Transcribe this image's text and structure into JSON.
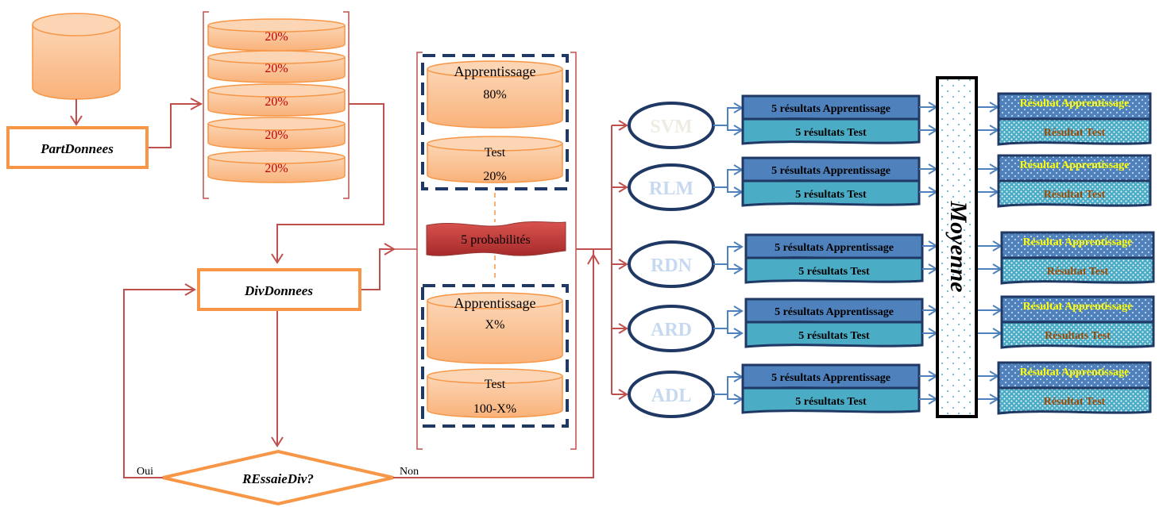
{
  "nodes": {
    "part_donnees": "PartDonnees",
    "div_donnees": "DivDonnees",
    "ressaie_div": "REssaieDiv?"
  },
  "folds": [
    "20%",
    "20%",
    "20%",
    "20%",
    "20%"
  ],
  "split_top": {
    "train_label": "Apprentissage",
    "train_pct": "80%",
    "test_label": "Test",
    "test_pct": "20%"
  },
  "split_bottom": {
    "train_label": "Apprentissage",
    "train_pct": "X%",
    "test_label": "Test",
    "test_pct": "100-X%"
  },
  "probabilities_label": "5 probabilités",
  "branches": {
    "yes": "Oui",
    "no": "Non"
  },
  "models": [
    {
      "name": "SVM",
      "train": "5 résultats Apprentissage",
      "test": "5 résultats Test",
      "out_train": "Résultat Apprentissage",
      "out_test": "Résultat Test"
    },
    {
      "name": "RLM",
      "train": "5 résultats Apprentissage",
      "test": "5 résultats Test",
      "out_train": "Résultat Apprentissage",
      "out_test": "Résultat Test"
    },
    {
      "name": "RDN",
      "train": "5 résultats Apprentissage",
      "test": "5 résultats Test",
      "out_train": "Résultat Apprentissage",
      "out_test": "Résultat Test"
    },
    {
      "name": "ARD",
      "train": "5 résultats Apprentissage",
      "test": "5 résultats Test",
      "out_train": "Résultat Apprentissage",
      "out_test": "Résultats Test"
    },
    {
      "name": "ADL",
      "train": "5 résultats Apprentissage",
      "test": "5 résultats Test",
      "out_train": "Résultat Apprentissage",
      "out_test": "Résultat Test"
    }
  ],
  "moyenne": "Moyenne",
  "colors": {
    "orange": "#F79646",
    "orange_fill": "#FAC090",
    "dark_red": "#C0504D",
    "navy": "#1F3864",
    "blue_box": "#4F81BD",
    "teal_box": "#4BACC6",
    "light_blue_text": "#C6D9F1",
    "yellow_text": "#FFFF00",
    "brown_text": "#984807"
  }
}
